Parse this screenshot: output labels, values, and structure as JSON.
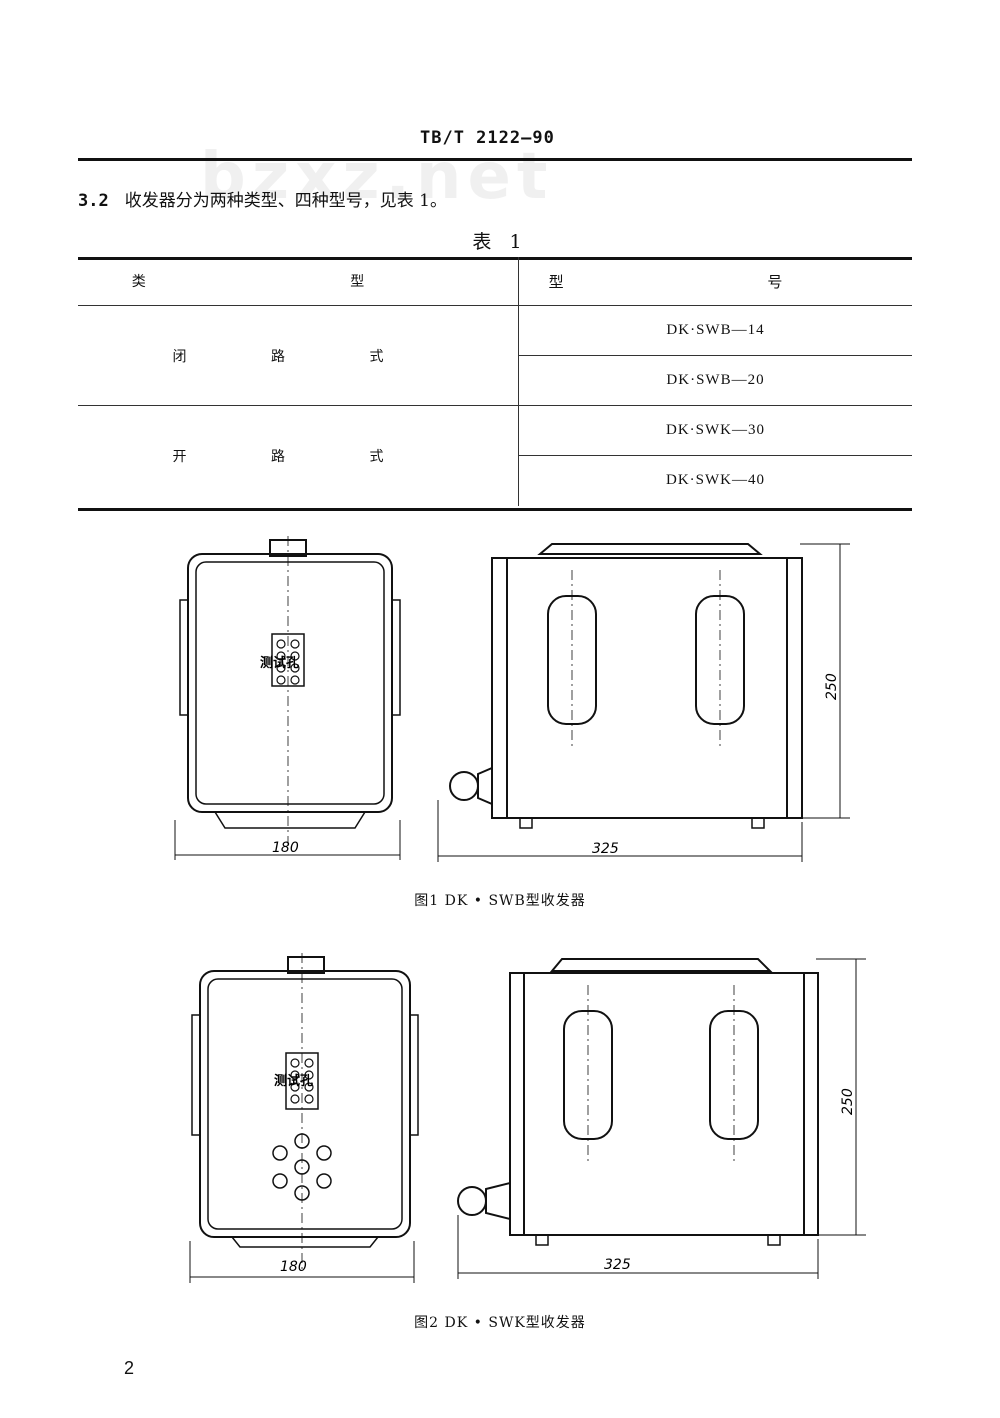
{
  "header": {
    "standard_code": "TB/T 2122—90",
    "watermark": "bzxz.net"
  },
  "clause": {
    "number": "3.2",
    "text": "收发器分为两种类型、四种型号，见表 1。"
  },
  "table": {
    "caption": "表 1",
    "headers": {
      "type": "类 型",
      "model": "型 号"
    },
    "groups": [
      {
        "type": "闭 路 式",
        "models": [
          "DK·SWB—14",
          "DK·SWB—20"
        ]
      },
      {
        "type": "开 路 式",
        "models": [
          "DK·SWK—30",
          "DK·SWK—40"
        ]
      }
    ]
  },
  "figure1": {
    "caption": "图1 DK • SWB型收发器",
    "test_hole_label": "测试孔",
    "dim_width": "180",
    "dim_length": "325",
    "dim_height": "250"
  },
  "figure2": {
    "caption": "图2 DK • SWK型收发器",
    "test_hole_label": "测试孔",
    "dim_width": "180",
    "dim_length": "325",
    "dim_height": "250"
  },
  "page_number": "2"
}
